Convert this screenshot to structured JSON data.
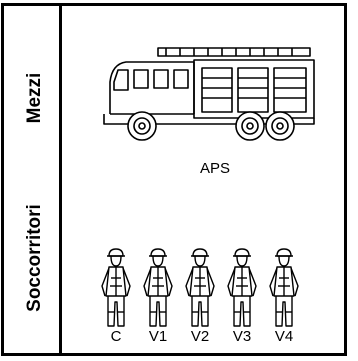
{
  "rows": {
    "vehicles_label": "Mezzi",
    "rescuers_label": "Soccorritori"
  },
  "vehicle": {
    "icon": "fire-truck-icon",
    "label": "APS"
  },
  "rescuers": [
    {
      "icon": "firefighter-icon",
      "label": "C"
    },
    {
      "icon": "firefighter-icon",
      "label": "V1"
    },
    {
      "icon": "firefighter-icon",
      "label": "V2"
    },
    {
      "icon": "firefighter-icon",
      "label": "V3"
    },
    {
      "icon": "firefighter-icon",
      "label": "V4"
    }
  ]
}
